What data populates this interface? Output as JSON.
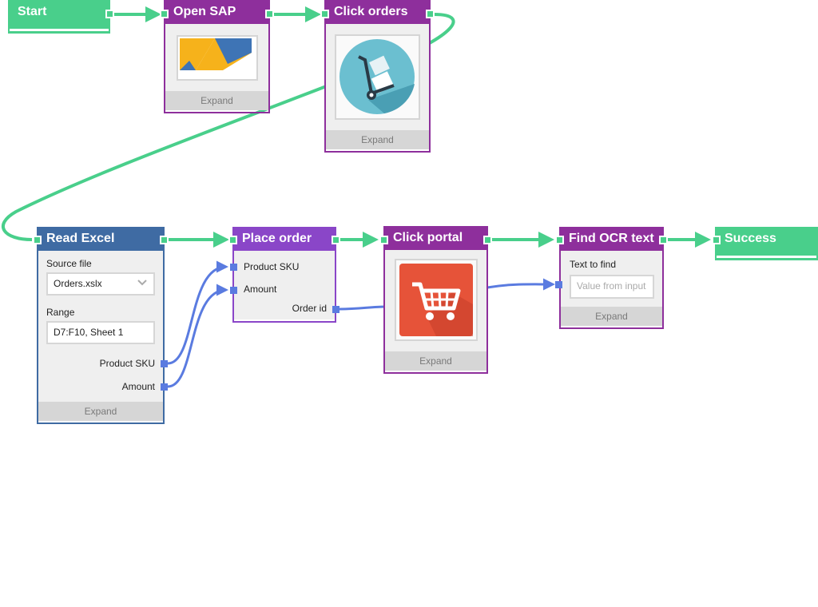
{
  "colors": {
    "flow_wire": "#49cf8b",
    "data_wire": "#5a7be0",
    "start_success": "#49cf8b",
    "app_node": "#8e2f9c",
    "excel_node": "#3f6ba3",
    "order_node": "#8a46c8"
  },
  "nodes": {
    "start": {
      "title": "Start"
    },
    "open_sap": {
      "title": "Open SAP",
      "icon": "sap-logo-icon",
      "expand": "Expand"
    },
    "click_orders": {
      "title": "Click orders",
      "icon": "hand-truck-icon",
      "expand": "Expand"
    },
    "read_excel": {
      "title": "Read Excel",
      "source_file_label": "Source file",
      "source_file_value": "Orders.xslx",
      "range_label": "Range",
      "range_value": "D7:F10, Sheet 1",
      "outputs": [
        "Product SKU",
        "Amount"
      ],
      "expand": "Expand"
    },
    "place_order": {
      "title": "Place order",
      "inputs": [
        "Product SKU",
        "Amount"
      ],
      "output": "Order id"
    },
    "click_portal": {
      "title": "Click portal",
      "icon": "shopping-cart-icon",
      "expand": "Expand"
    },
    "find_ocr": {
      "title": "Find OCR text",
      "field_label": "Text to find",
      "field_placeholder": "Value from input",
      "expand": "Expand"
    },
    "success": {
      "title": "Success"
    }
  }
}
